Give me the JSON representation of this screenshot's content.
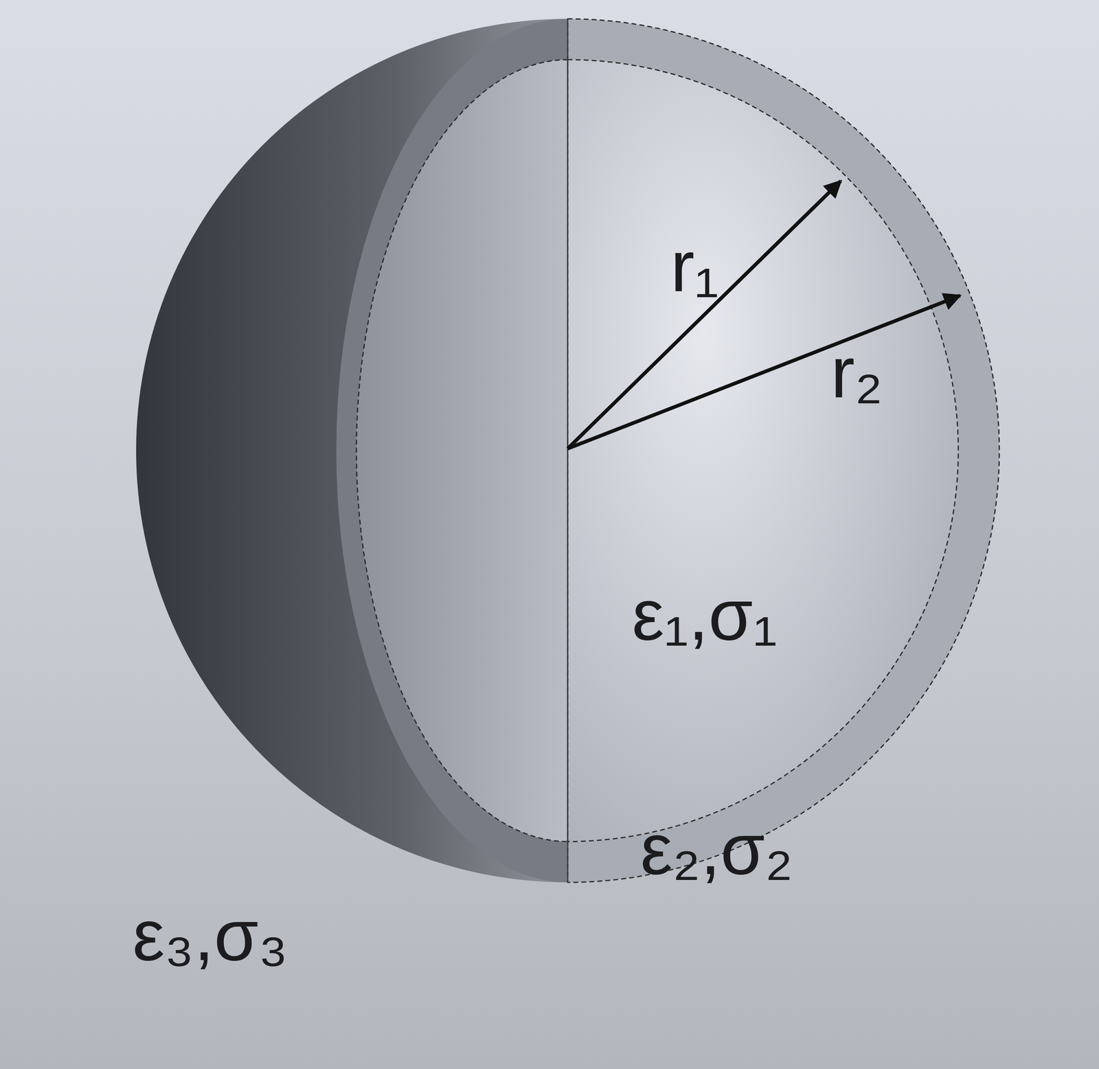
{
  "diagram": {
    "labels": [
      "r₁",
      "r₂",
      "ε₁,σ₁",
      "ε₂,σ₂",
      "ε₃,σ₃"
    ]
  }
}
